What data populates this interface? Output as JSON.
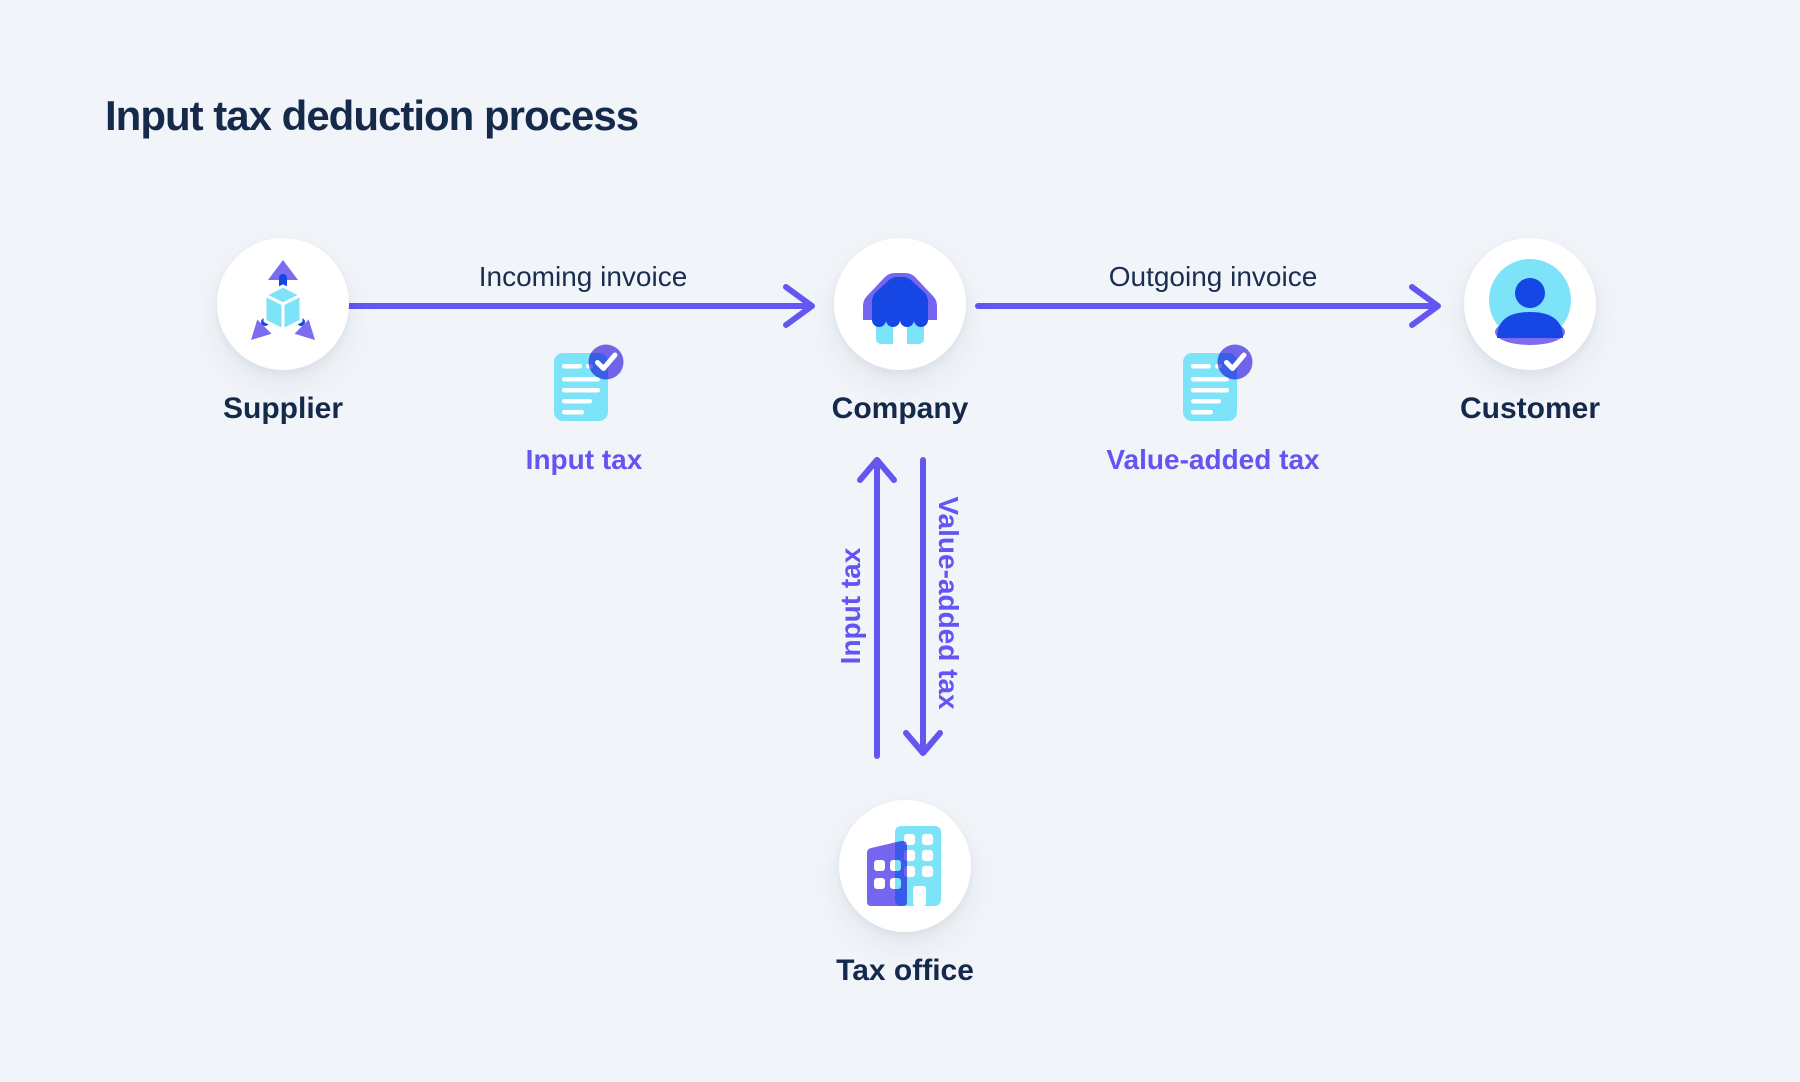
{
  "title": "Input tax deduction process",
  "nodes": {
    "supplier": {
      "label": "Supplier",
      "icon": "package-distribution-icon"
    },
    "company": {
      "label": "Company",
      "icon": "storefront-icon"
    },
    "customer": {
      "label": "Customer",
      "icon": "user-icon"
    },
    "tax_office": {
      "label": "Tax office",
      "icon": "office-buildings-icon"
    }
  },
  "edges": {
    "incoming_invoice": {
      "label": "Incoming invoice",
      "from": "Supplier",
      "to": "Company"
    },
    "outgoing_invoice": {
      "label": "Outgoing invoice",
      "from": "Company",
      "to": "Customer"
    },
    "input_tax_flow": {
      "label": "Input tax",
      "from": "Tax office",
      "to": "Company"
    },
    "value_added_flow": {
      "label": "Value-added tax",
      "from": "Company",
      "to": "Tax office"
    }
  },
  "documents": {
    "input_tax": {
      "label": "Input tax",
      "icon": "invoice-check-icon"
    },
    "value_added_tax": {
      "label": "Value-added tax",
      "icon": "invoice-check-icon"
    }
  },
  "colors": {
    "background": "#f1f5f9",
    "navy_text": "#15294b",
    "purple_accent": "#6356f1",
    "purple_icon": "#7668ee",
    "blue_icon": "#1646e4",
    "cyan_icon": "#7de3f8",
    "circle_fill": "#ffffff"
  }
}
